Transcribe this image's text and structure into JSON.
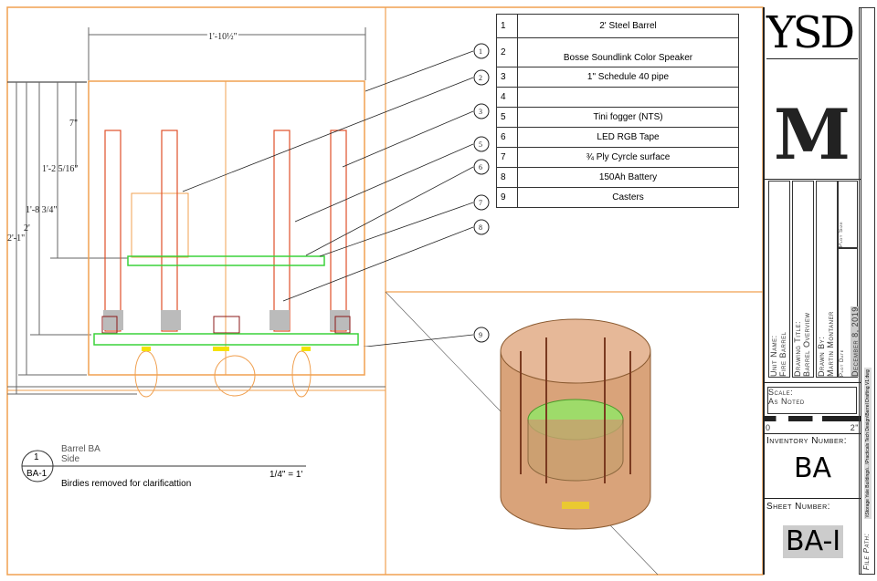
{
  "legend_table": {
    "rows": [
      {
        "num": "1",
        "desc": "2' Steel Barrel"
      },
      {
        "num": "2",
        "desc": "Bosse Soundlink Color Speaker"
      },
      {
        "num": "3",
        "desc": "1\" Schedule 40 pipe"
      },
      {
        "num": "4",
        "desc": ""
      },
      {
        "num": "5",
        "desc": "Tini fogger (NTS)"
      },
      {
        "num": "6",
        "desc": "LED RGB Tape"
      },
      {
        "num": "7",
        "desc": "¾ Ply Cyrcle surface"
      },
      {
        "num": "8",
        "desc": "150Ah Battery"
      },
      {
        "num": "9",
        "desc": "Casters"
      }
    ]
  },
  "dimensions": {
    "width": "1'-10½\"",
    "d7": "7\"",
    "d1": "1'-2 5/16\"",
    "d2": "1'-8 3/4\"",
    "d3": "2'",
    "d4": "2'-1\""
  },
  "leaders": [
    "1",
    "2",
    "3",
    "5",
    "6",
    "7",
    "8",
    "9"
  ],
  "view_label": {
    "number": "1",
    "sheet": "BA-1",
    "title": "Barrel BA",
    "subtitle": "Side",
    "note": "Birdies removed for clarificattion",
    "scale": "1/4\" = 1'"
  },
  "title_block": {
    "logo_top": "YSD",
    "logo_mid": "M",
    "unit_name_label": "Unit Name:",
    "unit_name": "Fire Barrel",
    "drawing_title_label": "Drawing Title:",
    "drawing_title": "Barrel Overview",
    "drawn_by_label": "Drawn By:",
    "drawn_by": "Martin Montaner",
    "plot_date_label": "Plot Date",
    "plot_date": "December 8, 2019",
    "plot_size_label": "Plot Size",
    "scale_label": "Scale:",
    "scale_value": "As Noted",
    "scale_bar_start": "0",
    "scale_bar_end": "2\"",
    "inventory_label": "Inventory Number:",
    "inventory_number": "BA",
    "sheet_label": "Sheet Number:",
    "sheet_number": "BA-I",
    "file_path_label": "File Path:",
    "file_path": "\\\\Storage Yale Buildings\\...\\Practicals Tech Design\\Barrel Drafting V1.dwg"
  },
  "colors": {
    "orange": "#f0a050",
    "red": "#e0502a",
    "green": "#3ad23a",
    "border": "#e8a060"
  }
}
